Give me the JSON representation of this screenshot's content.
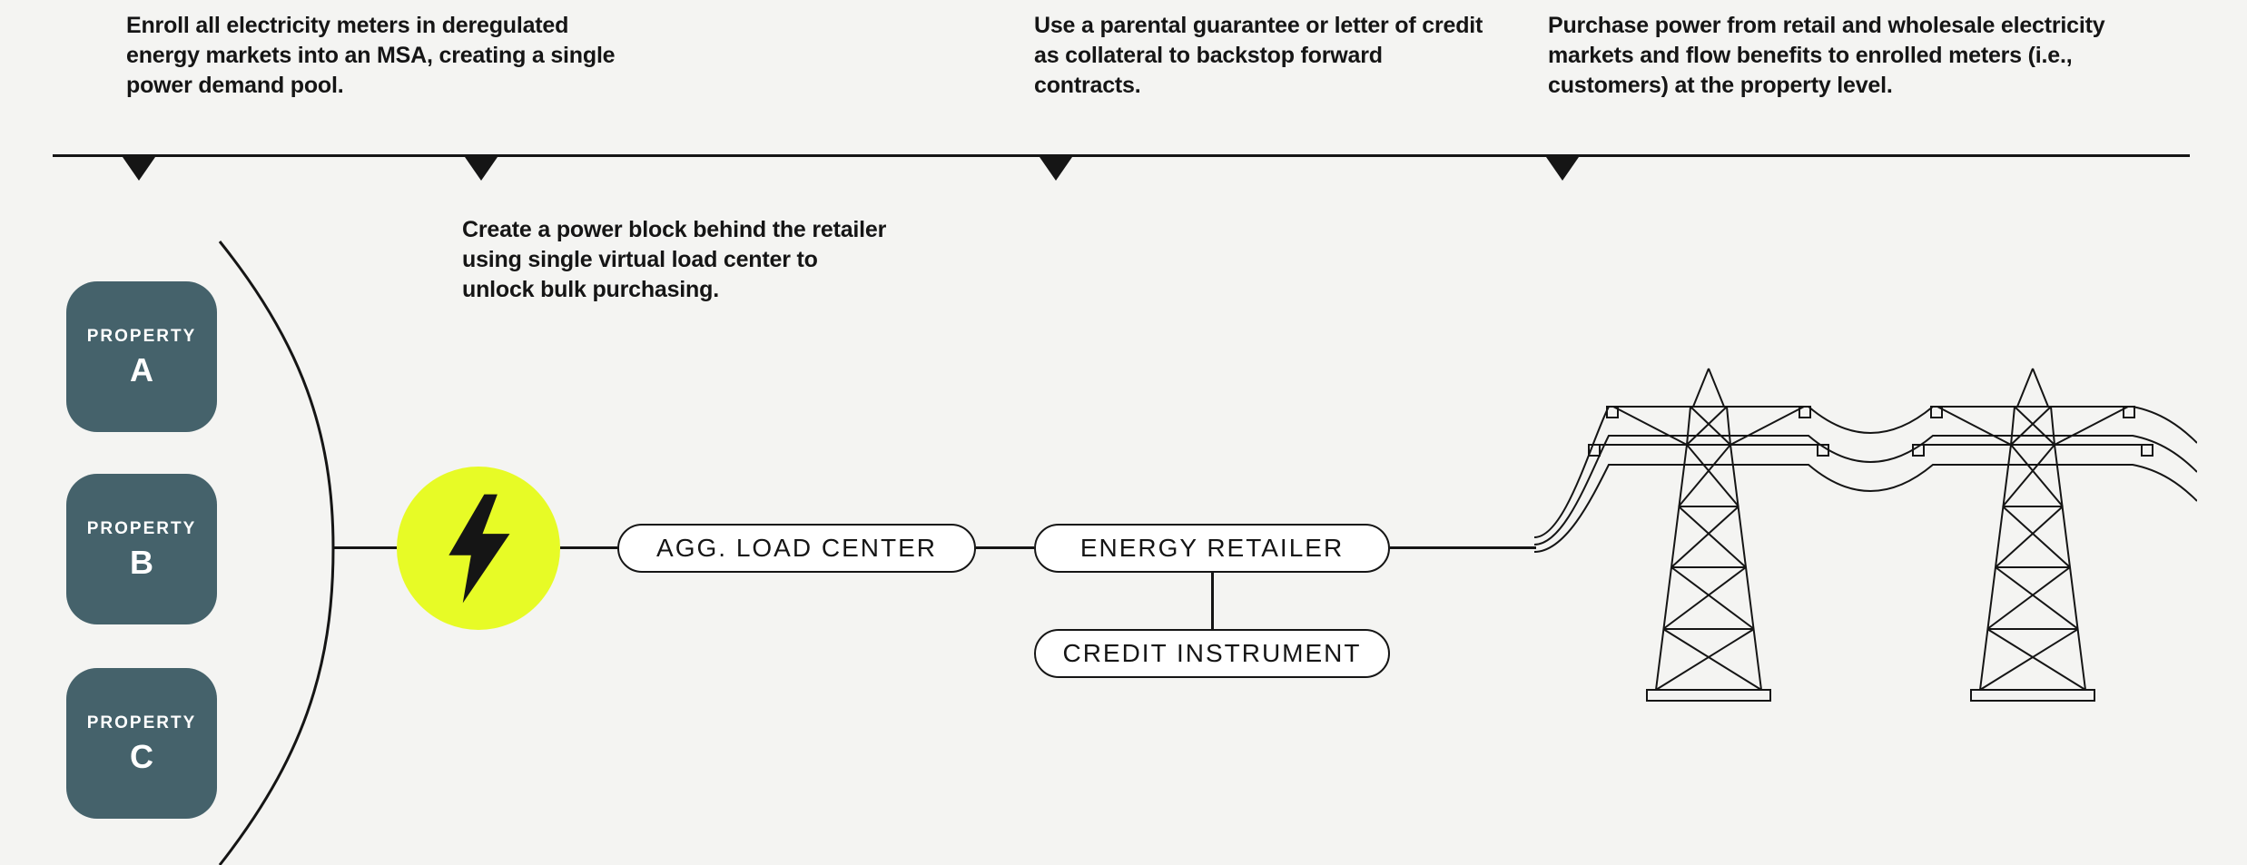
{
  "colors": {
    "ink": "#151515",
    "canvas_bg": "#f4f4f2",
    "property_fill": "#45626b",
    "highlight": "#e7fb26",
    "pill_bg": "#ffffff"
  },
  "annotations": {
    "enroll": "Enroll all electricity meters in deregulated energy markets into an MSA, creating a single power demand pool.",
    "power_block": "Create a power block behind the retailer using single virtual load center to unlock bulk purchasing.",
    "credit": "Use a parental guarantee or letter of credit as collateral to backstop forward contracts.",
    "purchase": "Purchase power from retail and wholesale electricity markets and flow benefits to enrolled meters (i.e., customers) at the property level."
  },
  "properties": [
    {
      "label": "PROPERTY",
      "letter": "A"
    },
    {
      "label": "PROPERTY",
      "letter": "B"
    },
    {
      "label": "PROPERTY",
      "letter": "C"
    }
  ],
  "nodes": {
    "agg_load_center": "AGG. LOAD CENTER",
    "energy_retailer": "ENERGY RETAILER",
    "credit_instrument": "CREDIT INSTRUMENT"
  },
  "icons": {
    "lightning": "lightning-bolt-icon",
    "timeline_marker": "arrow-down-marker",
    "towers": "transmission-tower"
  }
}
